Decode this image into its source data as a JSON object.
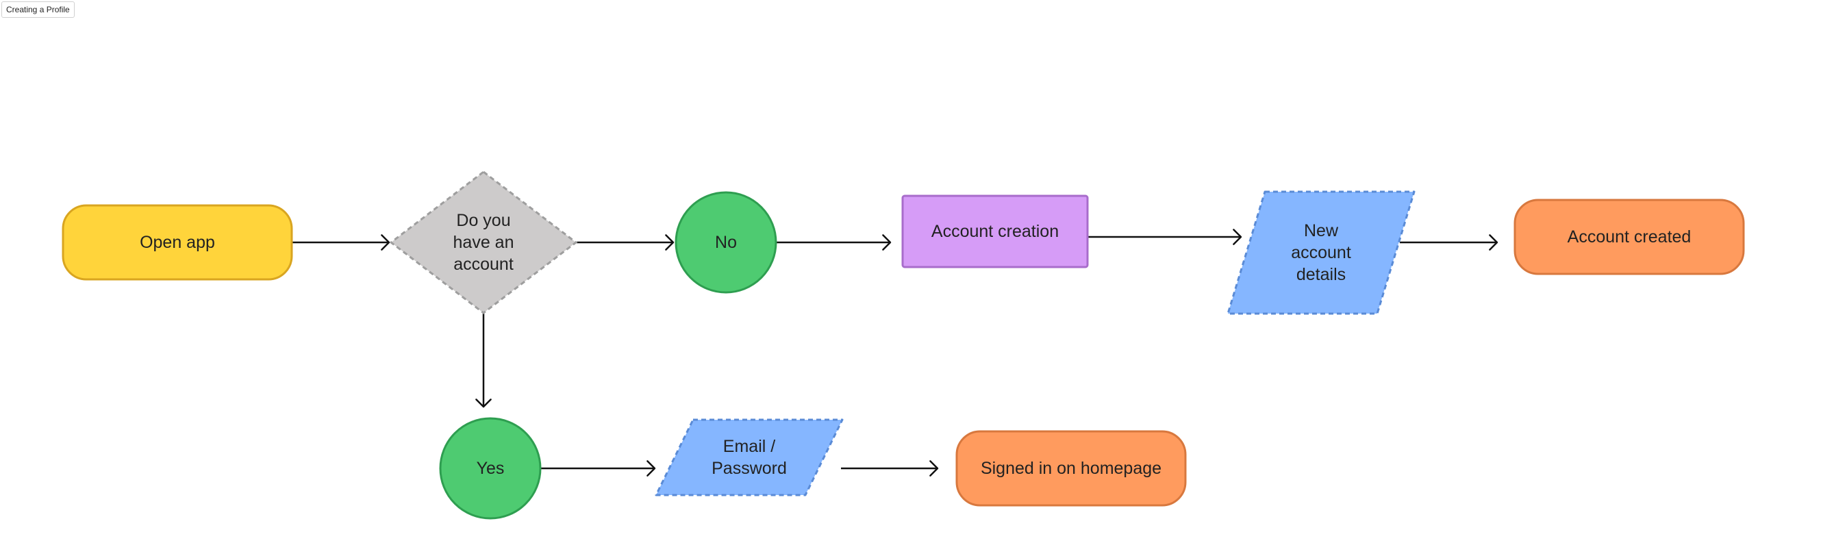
{
  "page": {
    "title": "Creating a Profile"
  },
  "colors": {
    "start_fill": "#FFD43B",
    "start_stroke": "#D9A520",
    "decision_fill": "#CDCBCB",
    "decision_stroke": "#9E9E9E",
    "circle_fill": "#4ECB71",
    "circle_stroke": "#2E9E50",
    "process_fill": "#D69CF7",
    "process_stroke": "#A86CCB",
    "data_fill": "#85B6FF",
    "data_stroke": "#5A8BD6",
    "end_fill": "#FF9B5E",
    "end_stroke": "#D8783E",
    "edge": "#111111"
  },
  "nodes": {
    "open_app": {
      "label": [
        "Open app"
      ],
      "shape": "terminator"
    },
    "decision": {
      "label": [
        "Do you",
        "have an",
        "account"
      ],
      "shape": "decision"
    },
    "no": {
      "label": [
        "No"
      ],
      "shape": "circle"
    },
    "account_creation": {
      "label": [
        "Account creation"
      ],
      "shape": "process"
    },
    "new_account_details": {
      "label": [
        "New",
        "account",
        "details"
      ],
      "shape": "data"
    },
    "account_created": {
      "label": [
        "Account created"
      ],
      "shape": "terminator"
    },
    "yes": {
      "label": [
        "Yes"
      ],
      "shape": "circle"
    },
    "email_password": {
      "label": [
        "Email /",
        "Password"
      ],
      "shape": "data"
    },
    "signed_in": {
      "label": [
        "Signed in on homepage"
      ],
      "shape": "terminator"
    }
  },
  "edges": [
    {
      "from": "open_app",
      "to": "decision"
    },
    {
      "from": "decision",
      "to": "no"
    },
    {
      "from": "no",
      "to": "account_creation"
    },
    {
      "from": "account_creation",
      "to": "new_account_details"
    },
    {
      "from": "new_account_details",
      "to": "account_created"
    },
    {
      "from": "decision",
      "to": "yes"
    },
    {
      "from": "yes",
      "to": "email_password"
    },
    {
      "from": "email_password",
      "to": "signed_in"
    }
  ]
}
